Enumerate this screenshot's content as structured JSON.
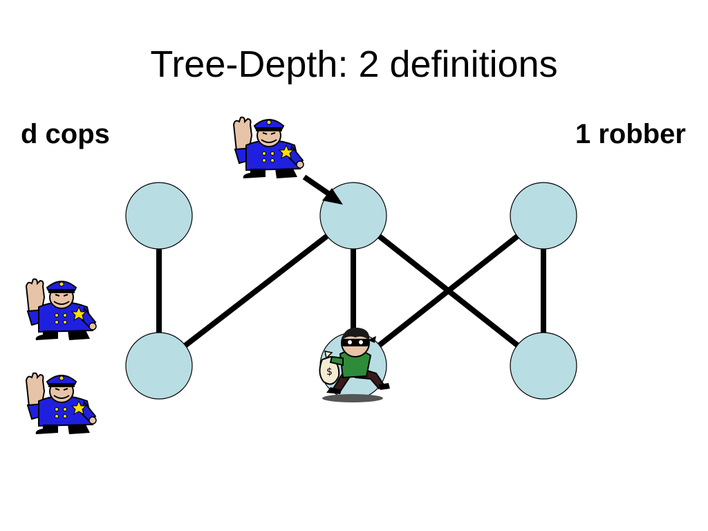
{
  "slide": {
    "title": "Tree-Depth: 2 definitions",
    "left_label": "d cops",
    "right_label": "1 robber"
  },
  "colors": {
    "node_fill": "#b8dde2",
    "edge": "#000000",
    "cop_uniform": "#1f1fe0",
    "robber_shirt": "#2e8b3a"
  },
  "icons": [
    "cop-icon",
    "robber-icon",
    "arrow-icon"
  ]
}
